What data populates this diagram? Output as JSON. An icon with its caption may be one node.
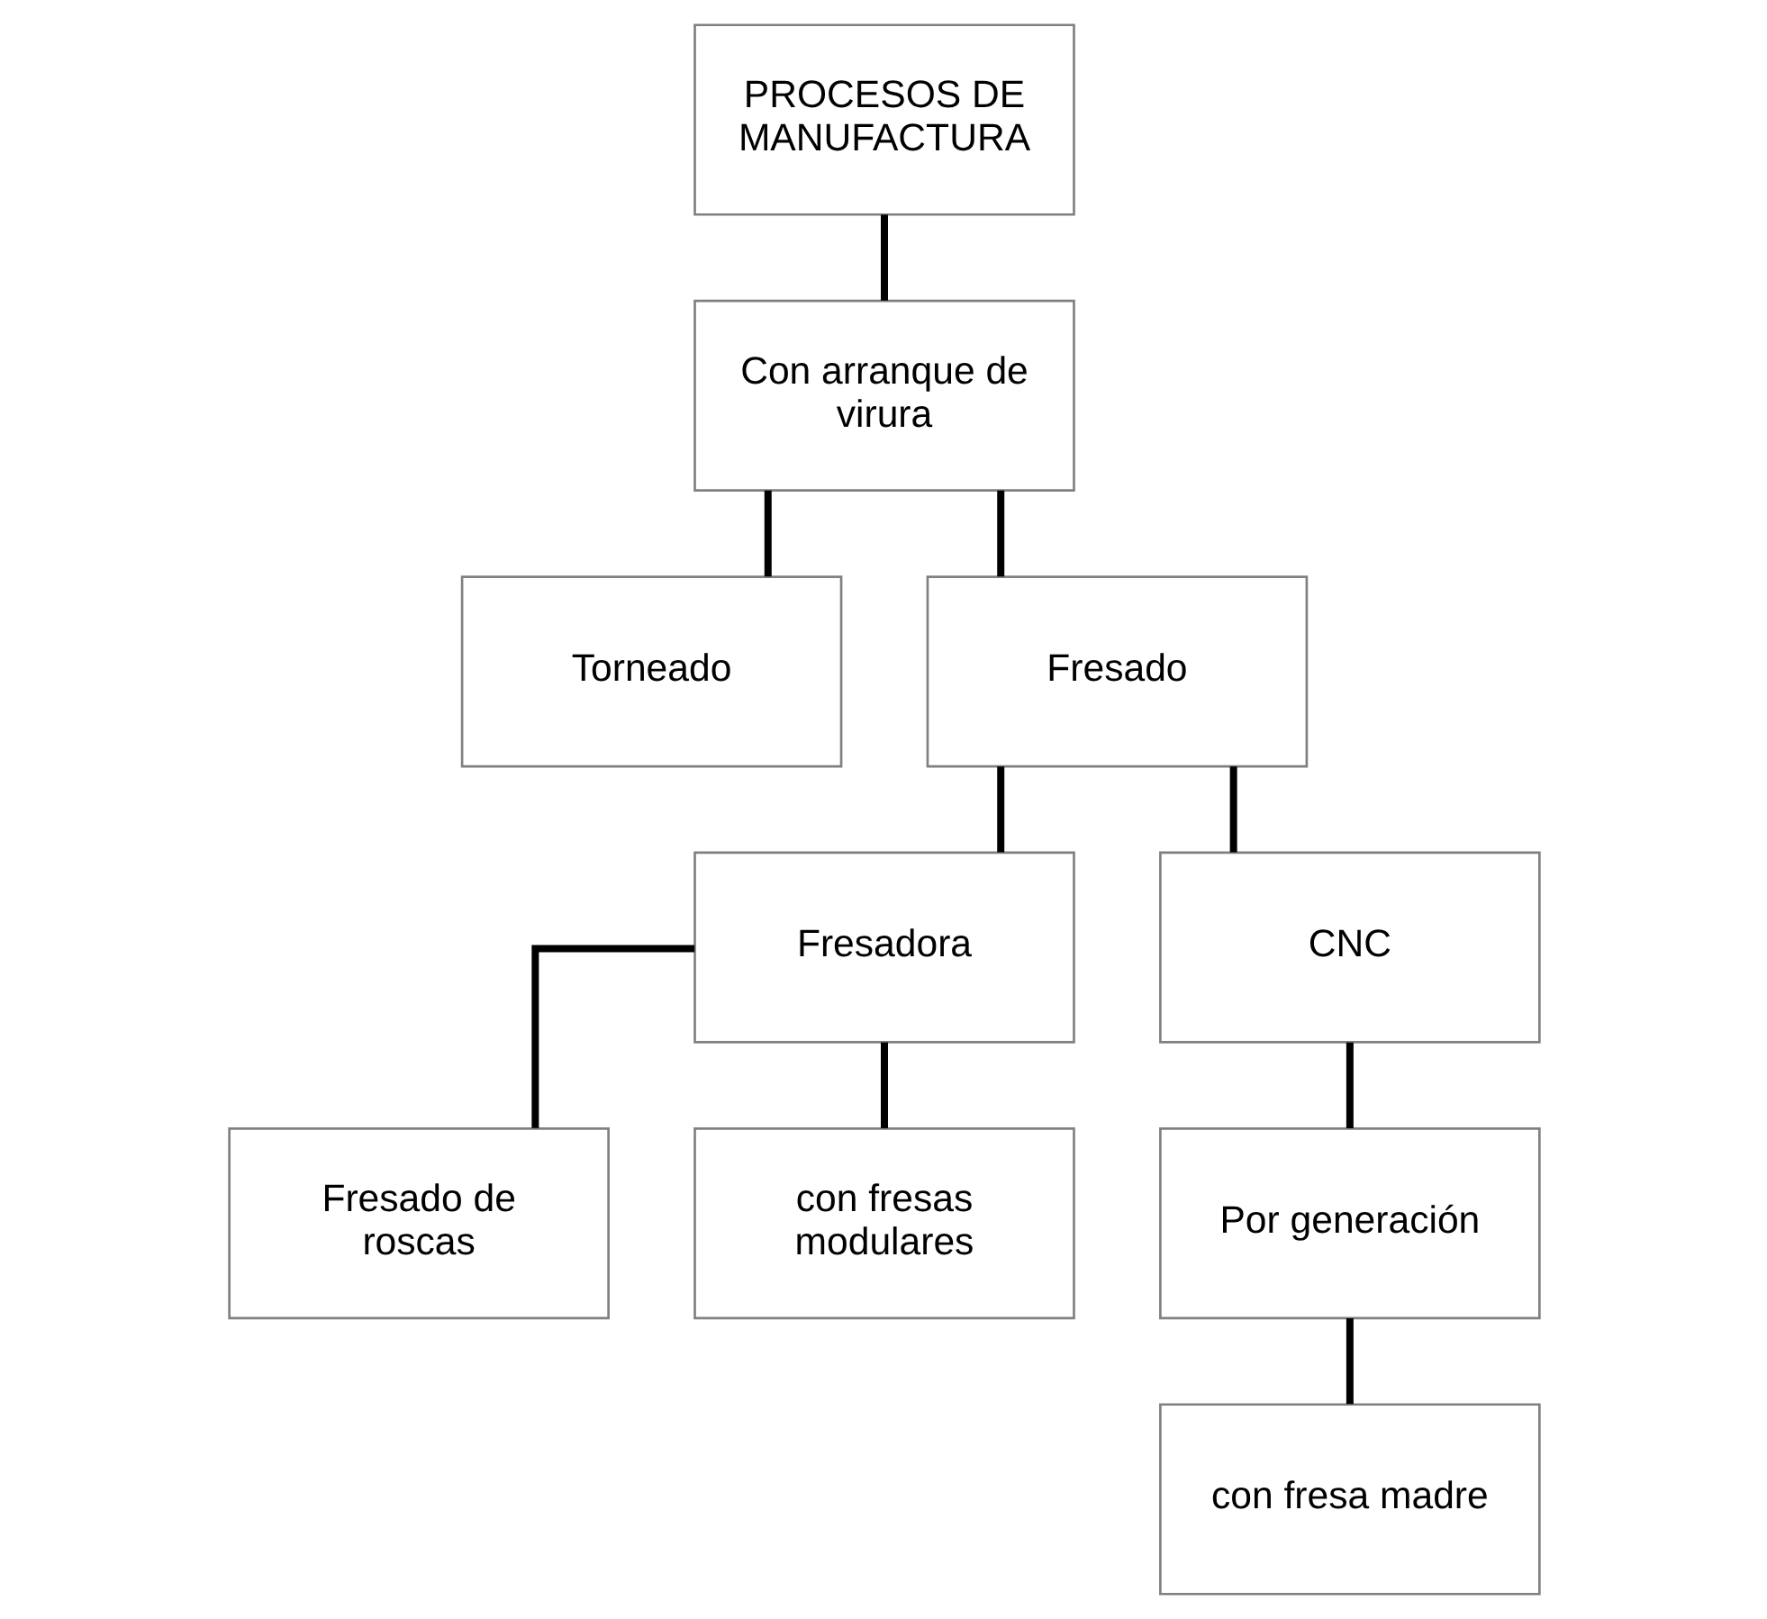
{
  "diagram": {
    "nodes": [
      {
        "text": [
          "PROCESOS DE MANUFACTURA"
        ]
      },
      {
        "text": [
          "Con arranque de virura"
        ]
      },
      {
        "text": [
          "Torneado"
        ]
      },
      {
        "text": [
          "Fresado"
        ]
      },
      {
        "text": [
          "Fresadora"
        ]
      },
      {
        "text": [
          "CNC"
        ]
      },
      {
        "text": [
          "Fresado de roscas"
        ]
      },
      {
        "text": [
          "con fresas modulares"
        ]
      },
      {
        "text": [
          "Por generación"
        ]
      },
      {
        "text": [
          "con fresa madre"
        ]
      }
    ],
    "edges": [
      {
        "from": 0,
        "to": 1,
        "arrow": "none"
      },
      {
        "from": 1,
        "to": 2,
        "arrow": "none"
      },
      {
        "from": 1,
        "to": 3,
        "arrow": "none"
      },
      {
        "from": 3,
        "to": 4,
        "arrow": "none"
      },
      {
        "from": 3,
        "to": 5,
        "arrow": "none"
      },
      {
        "from": 4,
        "to": 6,
        "arrow": "none"
      },
      {
        "from": 4,
        "to": 7,
        "arrow": "none"
      },
      {
        "from": 5,
        "to": 8,
        "arrow": "none"
      },
      {
        "from": 8,
        "to": 9,
        "arrow": "none"
      }
    ]
  }
}
